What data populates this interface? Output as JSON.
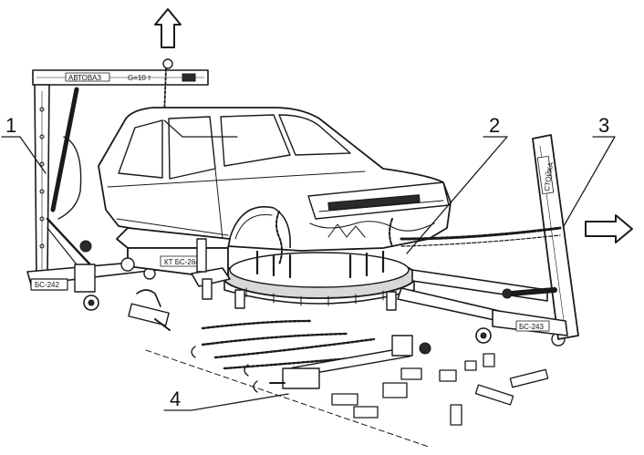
{
  "figure": {
    "callouts": [
      {
        "id": "1",
        "label": "1"
      },
      {
        "id": "2",
        "label": "2"
      },
      {
        "id": "3",
        "label": "3"
      },
      {
        "id": "4",
        "label": "4"
      }
    ],
    "plates": {
      "crane_boom": "АВТОВАЗ",
      "crane_capacity": "G=10 т",
      "crane_base": "БС-242",
      "platform": "КТ БС-264",
      "tower_post": "СТОЙКА",
      "tower_base": "БС-243"
    },
    "arrows": {
      "up": "up-arrow-icon",
      "right": "right-arrow-icon"
    }
  }
}
